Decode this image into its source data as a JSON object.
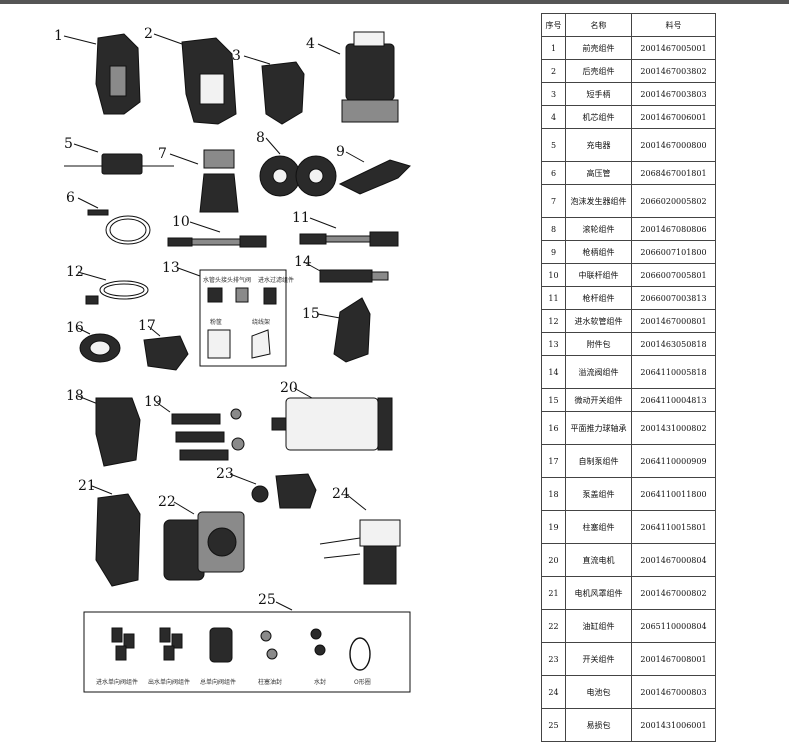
{
  "parts_diagram": {
    "labels": [
      "1",
      "2",
      "3",
      "4",
      "5",
      "6",
      "7",
      "8",
      "9",
      "10",
      "11",
      "12",
      "13",
      "14",
      "15",
      "16",
      "17",
      "18",
      "19",
      "20",
      "21",
      "22",
      "23",
      "24",
      "25"
    ],
    "accessory_pack_labels": [
      "水管头接头",
      "排气阀",
      "进水过滤组件",
      "粉筐",
      "绕线架"
    ],
    "wear_parts_labels": [
      "进水单向阀组件",
      "出水单向阀组件",
      "总单向阀组件",
      "柱塞油封",
      "水封",
      "O形圈"
    ]
  },
  "parts_table": {
    "headers": [
      "序号",
      "名称",
      "料号"
    ],
    "rows": [
      {
        "no": "1",
        "name": "前壳组件",
        "code": "2001467005001"
      },
      {
        "no": "2",
        "name": "后壳组件",
        "code": "2001467003802"
      },
      {
        "no": "3",
        "name": "短手柄",
        "code": "2001467003803"
      },
      {
        "no": "4",
        "name": "机芯组件",
        "code": "2001467006001"
      },
      {
        "no": "5",
        "name": "充电器",
        "code": "2001467000800"
      },
      {
        "no": "6",
        "name": "高压管",
        "code": "2068467001801"
      },
      {
        "no": "7",
        "name": "泡沫发生器组件",
        "code": "2066020005802"
      },
      {
        "no": "8",
        "name": "滚轮组件",
        "code": "2001467080806"
      },
      {
        "no": "9",
        "name": "枪柄组件",
        "code": "2066007101800"
      },
      {
        "no": "10",
        "name": "中联杆组件",
        "code": "2066007005801"
      },
      {
        "no": "11",
        "name": "枪杆组件",
        "code": "2066007003813"
      },
      {
        "no": "12",
        "name": "进水软管组件",
        "code": "2001467000801"
      },
      {
        "no": "13",
        "name": "附件包",
        "code": "2001463050818"
      },
      {
        "no": "14",
        "name": "溢流阀组件",
        "code": "2064110005818"
      },
      {
        "no": "15",
        "name": "微动开关组件",
        "code": "2064110004813"
      },
      {
        "no": "16",
        "name": "平面推力球轴承",
        "code": "2001431000802"
      },
      {
        "no": "17",
        "name": "自制泵组件",
        "code": "2064110000909"
      },
      {
        "no": "18",
        "name": "泵盖组件",
        "code": "2064110011800"
      },
      {
        "no": "19",
        "name": "柱塞组件",
        "code": "2064110015801"
      },
      {
        "no": "20",
        "name": "直流电机",
        "code": "2001467000804"
      },
      {
        "no": "21",
        "name": "电机风罩组件",
        "code": "2001467000802"
      },
      {
        "no": "22",
        "name": "油缸组件",
        "code": "2065110000804"
      },
      {
        "no": "23",
        "name": "开关组件",
        "code": "2001467008001"
      },
      {
        "no": "24",
        "name": "电池包",
        "code": "2001467000803"
      },
      {
        "no": "25",
        "name": "易损包",
        "code": "2001431006001"
      }
    ]
  }
}
